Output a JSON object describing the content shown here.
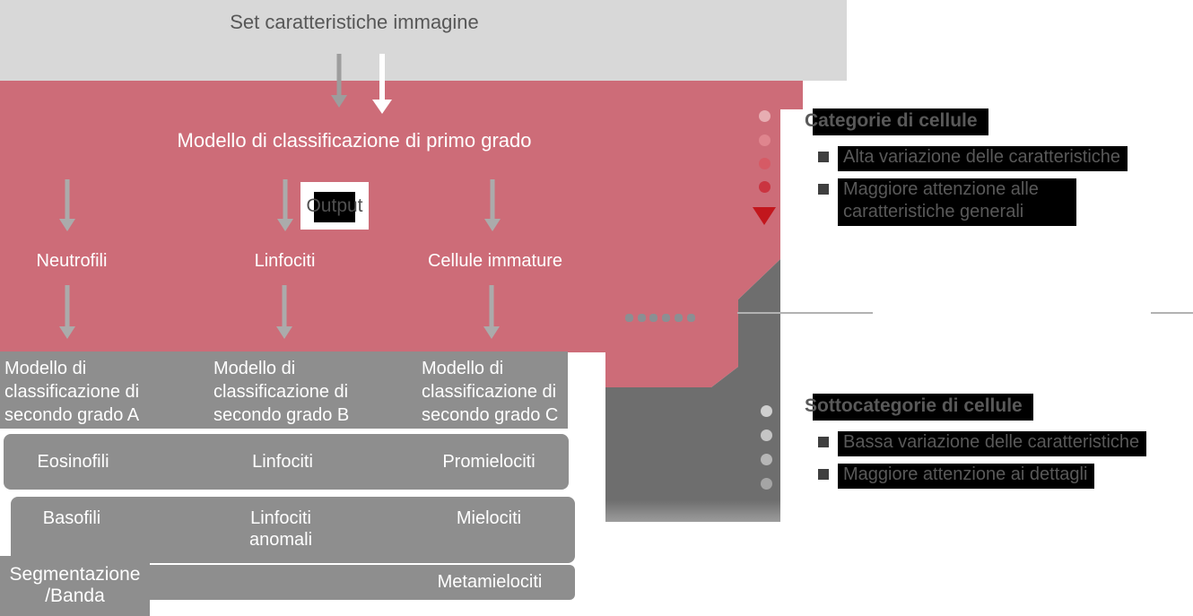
{
  "top_bar": {
    "label": "Set caratteristiche immagine"
  },
  "primary": {
    "title": "Modello di classificazione di primo grado",
    "output_label": "Output"
  },
  "branches": [
    {
      "label": "Neutrofili"
    },
    {
      "label": "Linfociti"
    },
    {
      "label": "Cellule immature"
    }
  ],
  "secondary": {
    "headers": [
      "Modello di classificazione di secondo grado A",
      "Modello di classificazione di secondo grado B",
      "Modello di classificazione di secondo grado C"
    ],
    "row1": [
      "Eosinofili",
      "Linfociti",
      "Promielociti"
    ],
    "row2": [
      "Basofili",
      "Linfociti anomali",
      "Mielociti"
    ],
    "row3": {
      "left_line1": "Segmentazione",
      "left_line2": "/Banda",
      "right": "Metamielociti"
    }
  },
  "categories_panel": {
    "title": "Categorie di cellule",
    "bullets": [
      "Alta variazione delle caratteristiche",
      "Maggiore attenzione alle caratteristiche generali"
    ]
  },
  "subcategories_panel": {
    "title": "Sottocategorie di cellule",
    "bullets": [
      "Bassa variazione delle caratteristiche",
      "Maggiore attenzione ai dettagli"
    ]
  },
  "colors": {
    "pink_region": "#cd6c78",
    "top_bar": "#d8d8d8",
    "gray_box": "#8e8e8e",
    "gray_elbow": "#6e6e6e",
    "highlight": "#000000",
    "panel_text": "#595959",
    "red_arrow": "#c2161d",
    "red_dots": [
      "#e7adb2",
      "#df858e",
      "#d65a65",
      "#ca3440"
    ],
    "gray_dots": [
      "#cfcfcf",
      "#c5c5c5",
      "#b6b6b6",
      "#a5a5a5"
    ]
  }
}
